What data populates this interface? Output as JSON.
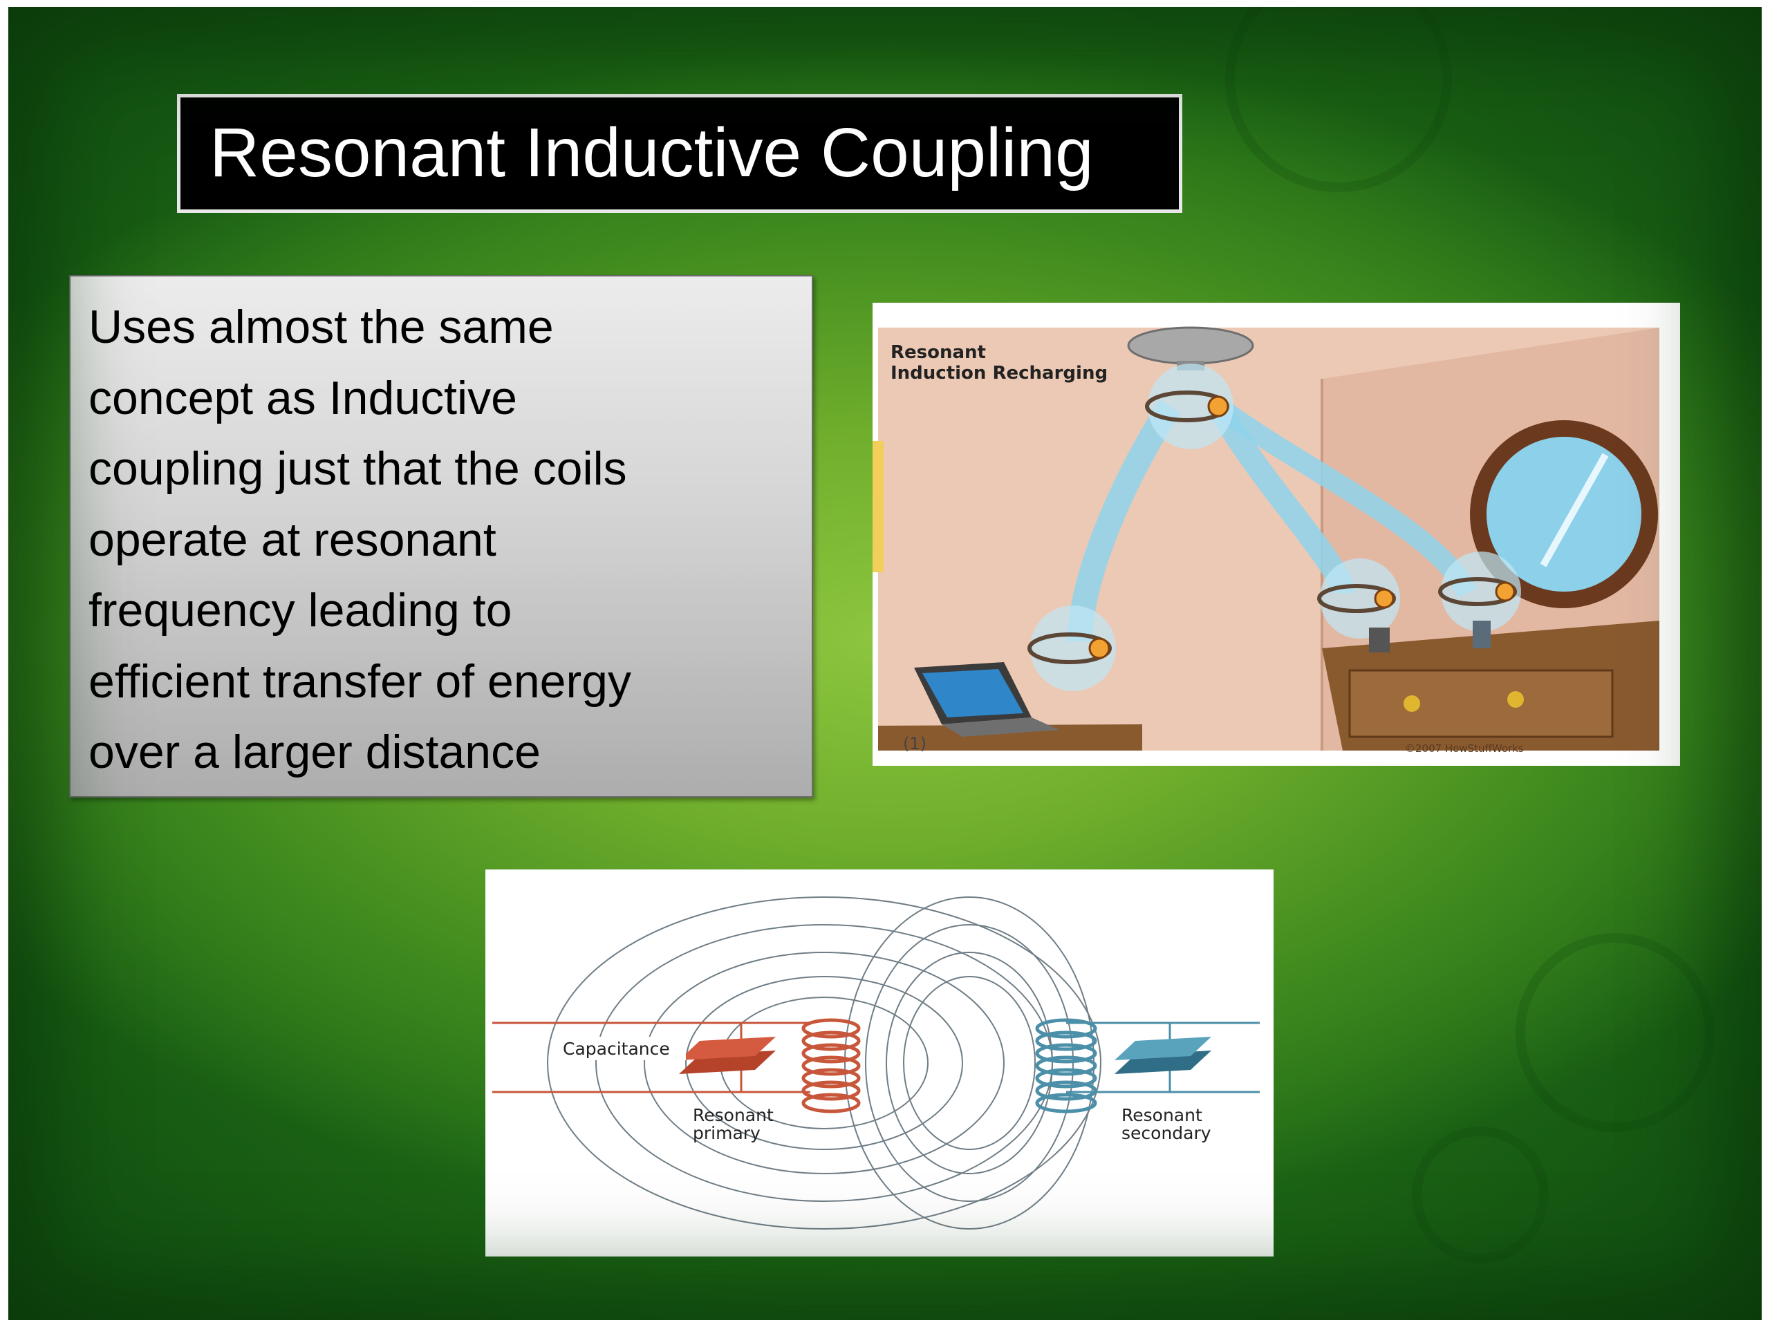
{
  "slide": {
    "title": "Resonant Inductive Coupling",
    "body_lines": [
      "Uses almost the same",
      "concept as Inductive",
      "coupling just that the coils",
      "operate at resonant",
      "frequency leading to",
      "efficient transfer of energy",
      "over a larger distance"
    ]
  },
  "illustration_recharging": {
    "caption_line1": "Resonant",
    "caption_line2": "Induction Recharging",
    "figure_number": "(1)",
    "credit": "©2007 HowStuffWorks"
  },
  "illustration_coils": {
    "label_capacitance": "Capacitance",
    "label_primary_1": "Resonant",
    "label_primary_2": "primary",
    "label_secondary_1": "Resonant",
    "label_secondary_2": "secondary"
  },
  "colors": {
    "background": "#4f9a22",
    "title_box": "#000000",
    "primary_coil": "#c8563a",
    "secondary_coil": "#4b8fa8"
  }
}
